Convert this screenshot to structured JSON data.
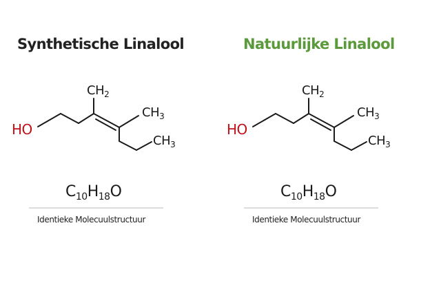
{
  "panels": [
    {
      "title": "Synthetische Linalool",
      "title_color": "#222222",
      "formula": {
        "c": "C",
        "c_n": "10",
        "h": "H",
        "h_n": "18",
        "o": "O"
      },
      "caption": "Identieke Molecuulstructuur",
      "labels": {
        "ho": "HO",
        "ch2": "CH",
        "ch2_n": "2",
        "ch3a": "CH",
        "ch3a_n": "3",
        "ch3b": "CH",
        "ch3b_n": "3"
      }
    },
    {
      "title": "Natuurlijke Linalool",
      "title_color": "#5a9a3a",
      "formula": {
        "c": "C",
        "c_n": "10",
        "h": "H",
        "h_n": "18",
        "o": "O"
      },
      "caption": "Identieke Molecuulstructuur",
      "labels": {
        "ho": "HO",
        "ch2": "CH",
        "ch2_n": "2",
        "ch3a": "CH",
        "ch3a_n": "3",
        "ch3b": "CH",
        "ch3b_n": "3"
      }
    }
  ],
  "colors": {
    "hydroxyl": "#c0121b",
    "bond": "#1a1a1a",
    "divider": "#dcdcdc"
  }
}
